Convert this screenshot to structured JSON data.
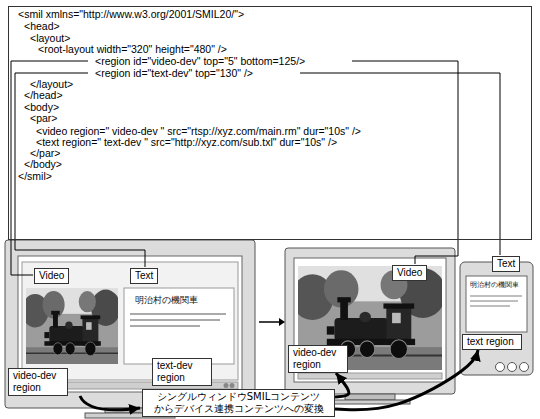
{
  "diagram": {
    "nodes": [
      {
        "text": [
          "<smil xmlns=\"http://www.w3.org/2001/SMIL20/\">",
          "<head>",
          "<layout>",
          "<root-layout width=\"320\" height=\"480\" />",
          "<region id=\"video-dev\" top=\"5\" bottom=125/>",
          "<region id=\"text-dev\" top=\"130\" />",
          "</layout>",
          "</head>",
          "<body>",
          "<par>",
          "<video region=\" video-dev \" src=\"rtsp://xyz.com/main.rm\" dur=\"10s\" />",
          "<text region=\" text-dev \" src=\"http://xyz.com/sub.txl\" dur=\"10s\" />",
          "</par>",
          "</body>",
          "</smil>"
        ]
      },
      {
        "text": [
          "Video"
        ]
      },
      {
        "text": [
          "Text"
        ]
      },
      {
        "text": [
          "video-dev region"
        ]
      },
      {
        "text": [
          "text-dev region"
        ]
      },
      {
        "text": [
          "Video"
        ]
      },
      {
        "text": [
          "video-dev region"
        ]
      },
      {
        "text": [
          "Text"
        ]
      },
      {
        "text": [
          "text region"
        ]
      },
      {
        "text": [
          "シングルウィンドウSMILコンテンツ からデバイス連携コンテンツへの変換"
        ]
      }
    ],
    "edges": [
      {
        "from": 9,
        "to": 6,
        "arrow": "to"
      },
      {
        "from": 9,
        "to": 8,
        "arrow": "to"
      }
    ],
    "labels": [
      "明治村の機関車",
      "明治村の機関車"
    ]
  }
}
